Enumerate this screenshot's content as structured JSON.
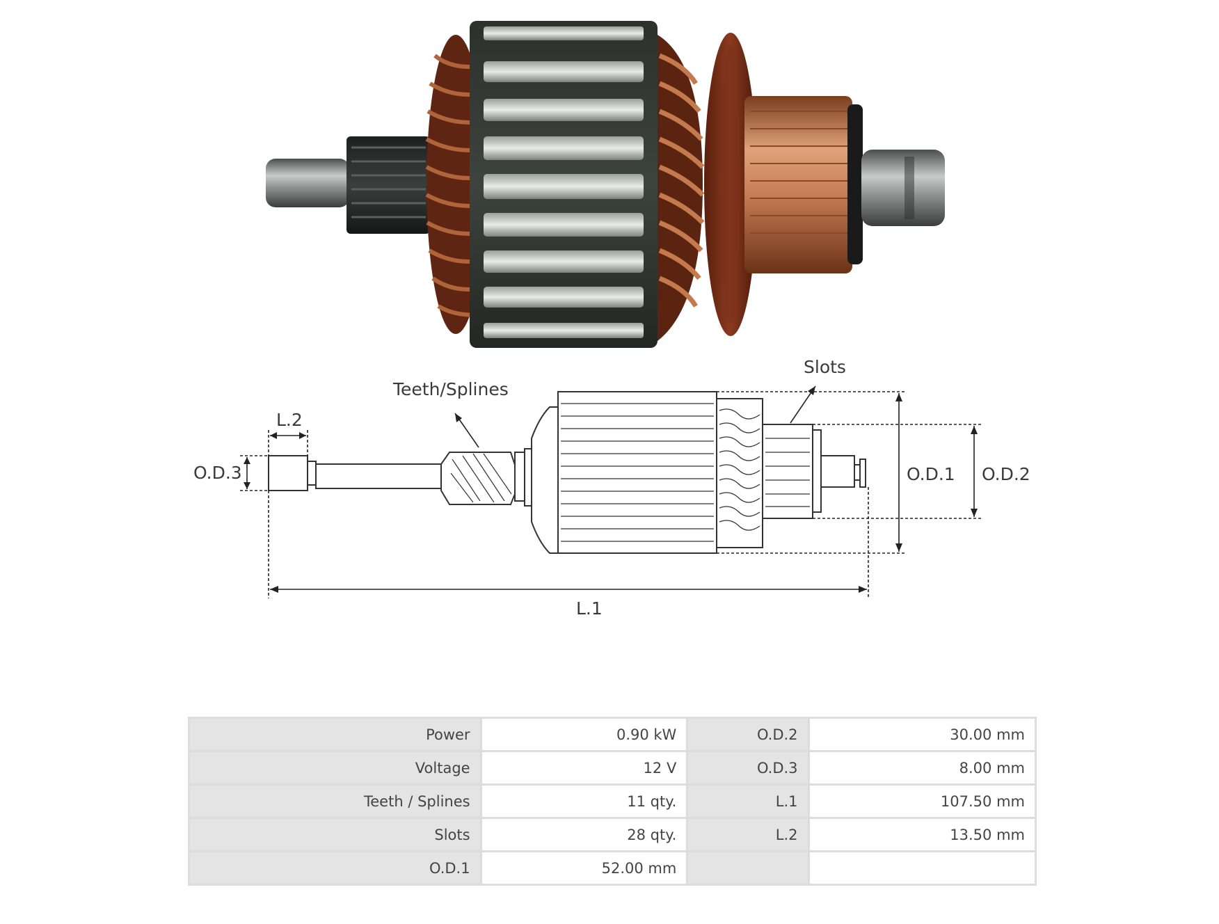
{
  "diagram": {
    "labels": {
      "teeth_splines": "Teeth/Splines",
      "slots": "Slots",
      "l2": "L.2",
      "od3": "O.D.3",
      "od1": "O.D.1",
      "od2": "O.D.2",
      "l1": "L.1"
    }
  },
  "specs": {
    "rows": [
      {
        "k1": "Power",
        "v1": "0.90 kW",
        "k2": "O.D.2",
        "v2": "30.00 mm"
      },
      {
        "k1": "Voltage",
        "v1": "12 V",
        "k2": "O.D.3",
        "v2": "8.00 mm"
      },
      {
        "k1": "Teeth / Splines",
        "v1": "11 qty.",
        "k2": "L.1",
        "v2": "107.50 mm"
      },
      {
        "k1": "Slots",
        "v1": "28 qty.",
        "k2": "L.2",
        "v2": "13.50 mm"
      },
      {
        "k1": "O.D.1",
        "v1": "52.00 mm",
        "k2": "",
        "v2": ""
      }
    ]
  },
  "colors": {
    "copper": "#b5643a",
    "winding": "#7a2e14",
    "steel": "#8a8d8c",
    "core": "#3a3f3a",
    "table_key_bg": "#e4e4e4",
    "table_border": "#dcdcdc"
  }
}
